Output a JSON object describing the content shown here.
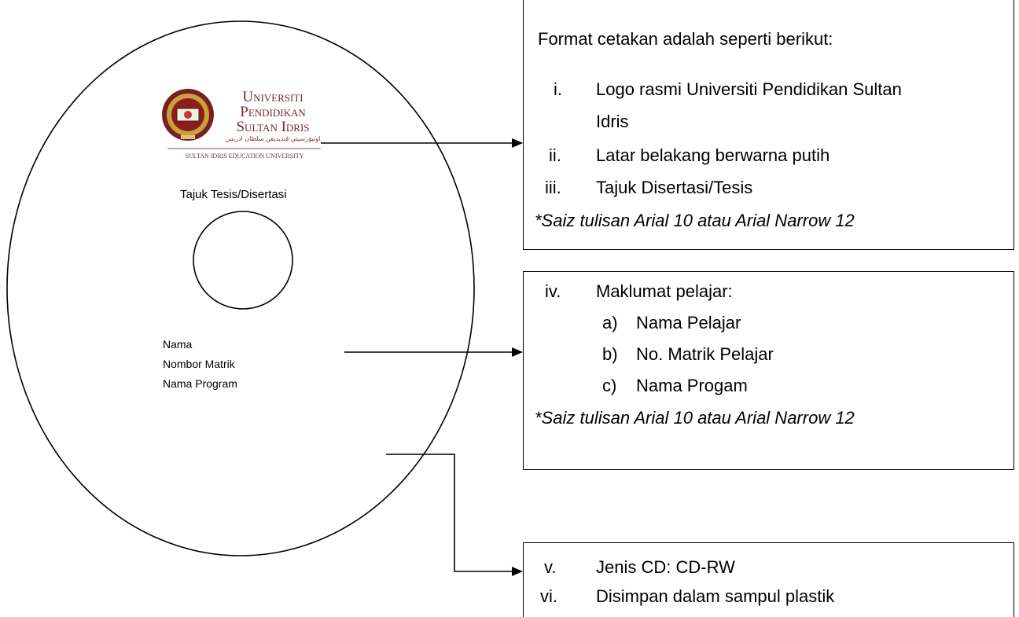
{
  "disc": {
    "logo": {
      "line1": "Universiti",
      "line2": "Pendidikan",
      "line3": "Sultan Idris",
      "jawi": "اونيۏرسيتي ڤنديديقن سلطان ادريس",
      "tagline": "SULTAN IDRIS EDUCATION UNIVERSITY"
    },
    "thesis_title": "Tajuk Tesis/Disertasi",
    "student_lines": [
      "Nama",
      "Nombor Matrik",
      "Nama Program"
    ]
  },
  "box1": {
    "heading": "Format cetakan adalah seperti berikut:",
    "items": [
      {
        "num": "i.",
        "text": "Logo rasmi Universiti Pendidikan Sultan",
        "cont": "Idris"
      },
      {
        "num": "ii.",
        "text": "Latar belakang berwarna putih"
      },
      {
        "num": "iii.",
        "text": "Tajuk Disertasi/Tesis"
      }
    ],
    "note": "*Saiz tulisan Arial 10 atau Arial Narrow 12"
  },
  "box2": {
    "num": "iv.",
    "heading": "Maklumat pelajar:",
    "subitems": [
      {
        "label": "a)",
        "text": "Nama Pelajar"
      },
      {
        "label": "b)",
        "text": "No. Matrik Pelajar"
      },
      {
        "label": "c)",
        "text": "Nama Progam"
      }
    ],
    "note": "*Saiz tulisan Arial 10 atau Arial Narrow 12"
  },
  "box3": {
    "items": [
      {
        "num": "v.",
        "text": "Jenis CD: CD-RW"
      },
      {
        "num": "vi.",
        "text": "Disimpan dalam sampul plastik"
      }
    ]
  }
}
